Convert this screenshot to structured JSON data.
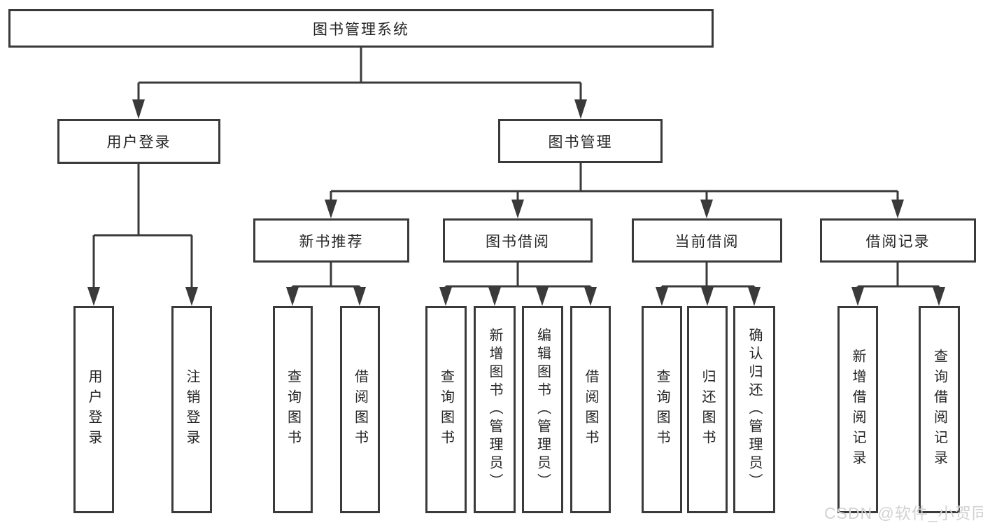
{
  "tree": {
    "root": {
      "label": "图书管理系统",
      "children": [
        {
          "label": "用户登录",
          "children": [
            {
              "label": "用户登录"
            },
            {
              "label": "注销登录"
            }
          ]
        },
        {
          "label": "图书管理",
          "children": [
            {
              "label": "新书推荐",
              "children": [
                {
                  "label": "查询图书"
                },
                {
                  "label": "借阅图书"
                }
              ]
            },
            {
              "label": "图书借阅",
              "children": [
                {
                  "label": "查询图书"
                },
                {
                  "label": "新增图书（管理员）"
                },
                {
                  "label": "编辑图书（管理员）"
                },
                {
                  "label": "借阅图书"
                }
              ]
            },
            {
              "label": "当前借阅",
              "children": [
                {
                  "label": "查询图书"
                },
                {
                  "label": "归还图书"
                },
                {
                  "label": "确认归还（管理员）"
                }
              ]
            },
            {
              "label": "借阅记录",
              "children": [
                {
                  "label": "新增借阅记录"
                },
                {
                  "label": "查询借阅记录"
                }
              ]
            }
          ]
        }
      ]
    }
  },
  "watermark": {
    "text": "CSDN @软件_小贺同学"
  },
  "colors": {
    "line": "#3a3a3a",
    "text": "#262626",
    "box_fill": "#ffffff",
    "watermark": "#d2d2d2"
  }
}
